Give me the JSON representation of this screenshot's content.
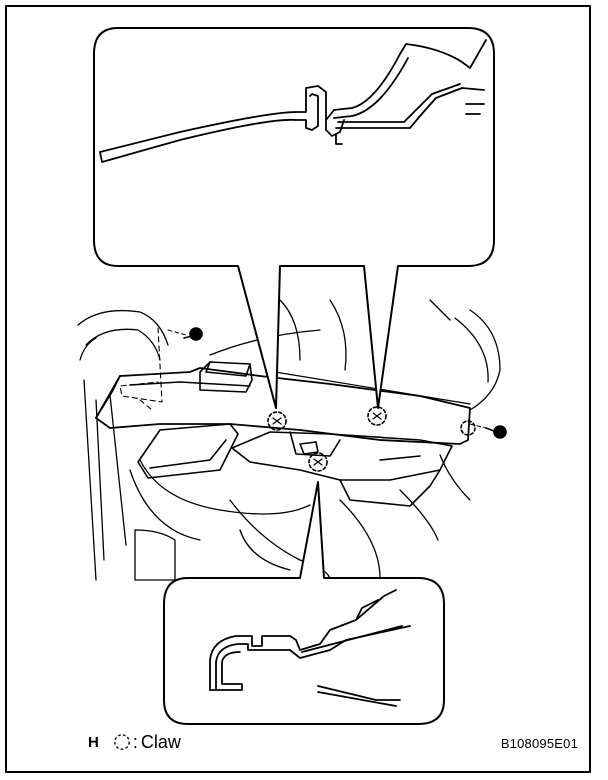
{
  "figure": {
    "reference_code": "B108095E01",
    "legend": {
      "marker": "H",
      "symbol": "dashed-circle-icon",
      "separator": ":",
      "label": "Claw"
    }
  }
}
